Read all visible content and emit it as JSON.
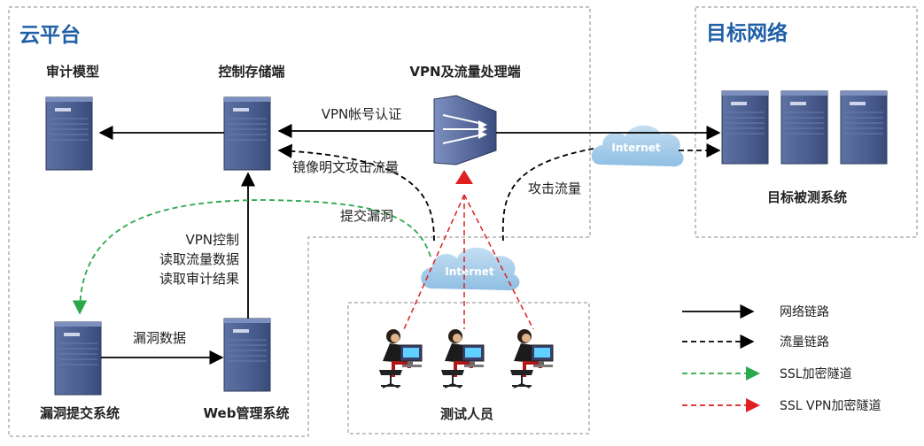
{
  "regions": {
    "cloud_platform": "云平台",
    "target_network": "目标网络"
  },
  "nodes": {
    "audit_model": "审计模型",
    "control_storage": "控制存储端",
    "vpn_traffic": "VPN及流量处理端",
    "target_systems": "目标被测系统",
    "vuln_submit": "漏洞提交系统",
    "web_mgmt": "Web管理系统",
    "testers": "测试人员"
  },
  "clouds": {
    "internet_top": "Internet",
    "internet_mid": "Internet"
  },
  "edges": {
    "vpn_auth": "VPN帐号认证",
    "mirror_traffic": "镜像明文攻击流量",
    "attack_traffic": "攻击流量",
    "submit_vuln": "提交漏洞",
    "vpn_control_1": "VPN控制",
    "vpn_control_2": "读取流量数据",
    "vpn_control_3": "读取审计结果",
    "vuln_data": "漏洞数据"
  },
  "legend": [
    {
      "label": "网络链路",
      "style": "solid",
      "color": "#000000"
    },
    {
      "label": "流量链路",
      "style": "dashed",
      "color": "#000000"
    },
    {
      "label": "SSL加密隧道",
      "style": "dashed",
      "color": "#2aa84a"
    },
    {
      "label": "SSL VPN加密隧道",
      "style": "dashed",
      "color": "#e02020"
    }
  ],
  "colors": {
    "title_blue": "#1f5fa6",
    "server_body": "#4a5d8f",
    "cloud_fill": "#a7cdea",
    "ssl_green": "#2aa84a",
    "vpn_red": "#e02020"
  }
}
